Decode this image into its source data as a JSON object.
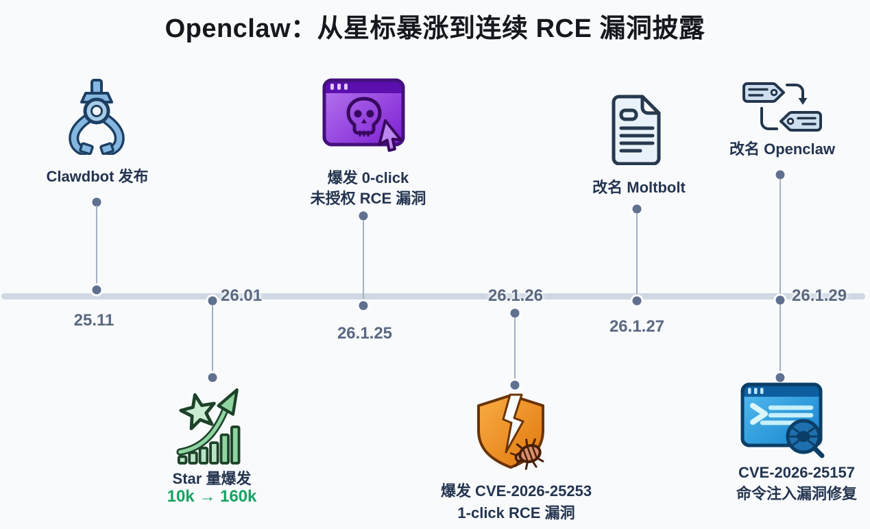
{
  "page": {
    "title": "Openclaw：从星标暴涨到连续 RCE 漏洞披露",
    "background": "#f8fafc"
  },
  "colors": {
    "title_text": "#15181d",
    "event_text": "#24344f",
    "date_text": "#5a6880",
    "timeline_bar": "#cfd8e3",
    "connector_line": "#a3b0c2",
    "connector_dot": "#5f7090",
    "highlight_green": "#17a263",
    "claw_blue": "#85b7e0",
    "skull_purple": "#8a2ed8",
    "document_fill": "#e9f2f9",
    "tag_fill": "#cfdeee",
    "star_green": "#8fd4a1",
    "shield_orange": "#f29b2e",
    "browser_blue": "#2f9ede"
  },
  "events": [
    {
      "date": "25.11",
      "side": "above",
      "label": "Clawdbot 发布",
      "icon": "claw-icon"
    },
    {
      "date": "26.01",
      "side": "below",
      "label": "Star 量爆发",
      "highlight": "10k → 160k",
      "icon": "star-growth-icon"
    },
    {
      "date": "26.1.25",
      "side": "above",
      "label_line1": "爆发 0-click",
      "label_line2": "未授权 RCE 漏洞",
      "icon": "skull-browser-icon"
    },
    {
      "date": "26.1.26",
      "side": "below",
      "label_line1": "爆发 CVE-2026-25253",
      "label_line2": "1-click RCE 漏洞",
      "icon": "broken-shield-bug-icon"
    },
    {
      "date": "26.1.27",
      "side": "above",
      "label": "改名 Moltbolt",
      "icon": "document-icon"
    },
    {
      "date": "26.1.29",
      "side": "above",
      "label": "改名 Openclaw",
      "icon": "rename-tags-icon"
    },
    {
      "date": "26.1.29",
      "side": "below",
      "label_line1": "CVE-2026-25157",
      "label_line2": "命令注入漏洞修复",
      "icon": "bugfix-browser-icon"
    }
  ]
}
